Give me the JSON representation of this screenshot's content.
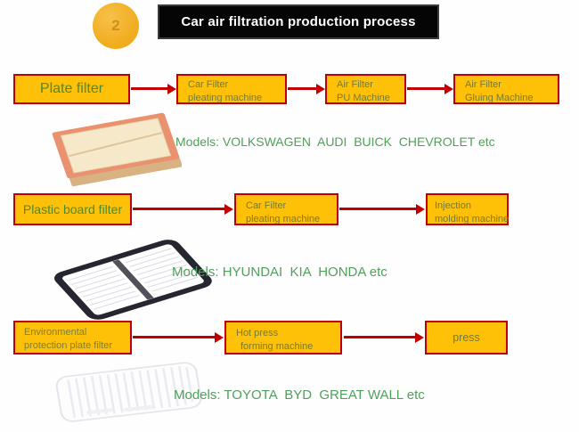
{
  "header": {
    "step_number": "2",
    "title": "Car air filtration production process"
  },
  "colors": {
    "box_fill": "#FFC008",
    "box_border": "#C00000",
    "arrow": "#C00000",
    "source_label_green": "#4C8A2F",
    "step_text_olive": "#757B2E",
    "models_green": "#4FA05A",
    "badge_gold": "#F1AE22",
    "title_bg": "#050505",
    "title_text": "#FFFFFF"
  },
  "rows": [
    {
      "source": {
        "label": "Plate filter"
      },
      "steps": [
        {
          "lines": [
            "Car Filter",
            "pleating machine"
          ]
        },
        {
          "lines": [
            "Air Filter",
            "PU Machine"
          ]
        },
        {
          "lines": [
            "Air Filter",
            "Gluing Machine"
          ]
        }
      ],
      "image": "plate-filter-photo",
      "models": "Models: VOLKSWAGEN  AUDI  BUICK  CHEVROLET etc"
    },
    {
      "source": {
        "label": "Plastic board filter"
      },
      "steps": [
        {
          "lines": [
            "Car Filter",
            "pleating machine"
          ]
        },
        {
          "lines": [
            "Injection",
            "molding machine"
          ]
        }
      ],
      "image": "plastic-board-filter-photo",
      "models": "Models: HYUNDAI  KIA  HONDA etc"
    },
    {
      "source": {
        "lines": [
          "Environmental",
          "protection plate filter"
        ]
      },
      "steps": [
        {
          "lines": [
            "Hot press",
            "forming machine"
          ]
        },
        {
          "label": "press"
        }
      ],
      "image": "eco-plate-filter-photo",
      "models": "Models: TOYOTA  BYD  GREAT WALL etc"
    }
  ]
}
